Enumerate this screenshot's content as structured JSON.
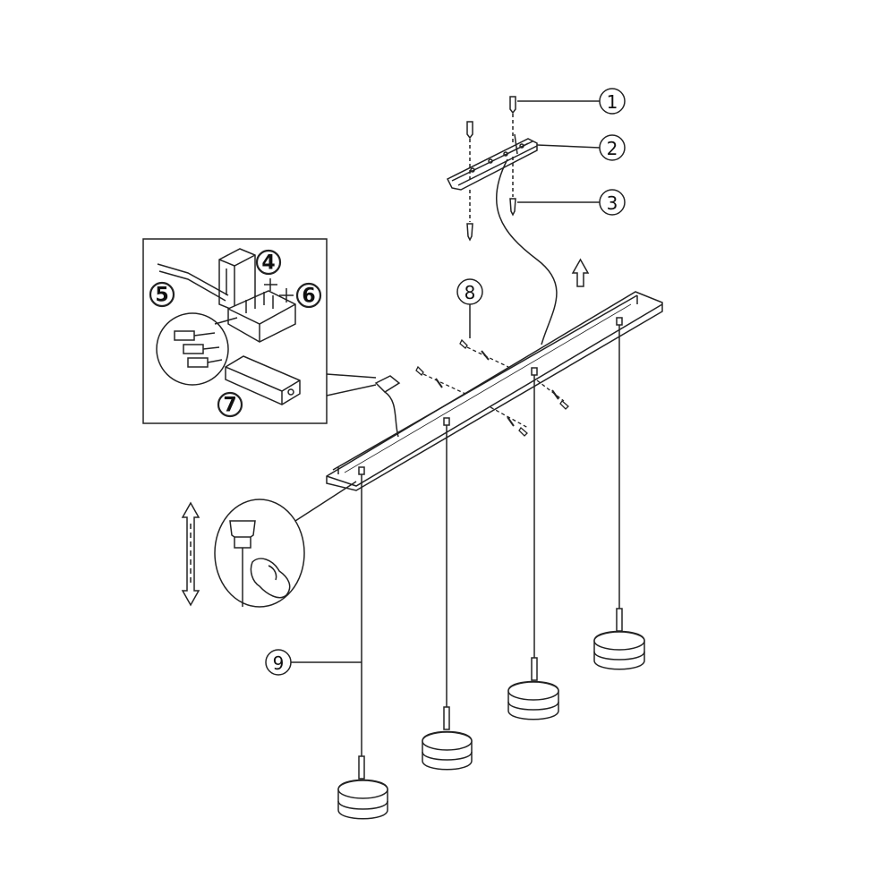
{
  "diagram": {
    "callouts": {
      "c1": "1",
      "c2": "2",
      "c3": "3",
      "c4": "4",
      "c5": "5",
      "c6": "6",
      "c7": "7",
      "c8": "8",
      "c9": "9"
    },
    "icons": {
      "up_arrow": "arrow-up-icon",
      "double_arrow": "double-arrow-vertical-icon"
    }
  }
}
